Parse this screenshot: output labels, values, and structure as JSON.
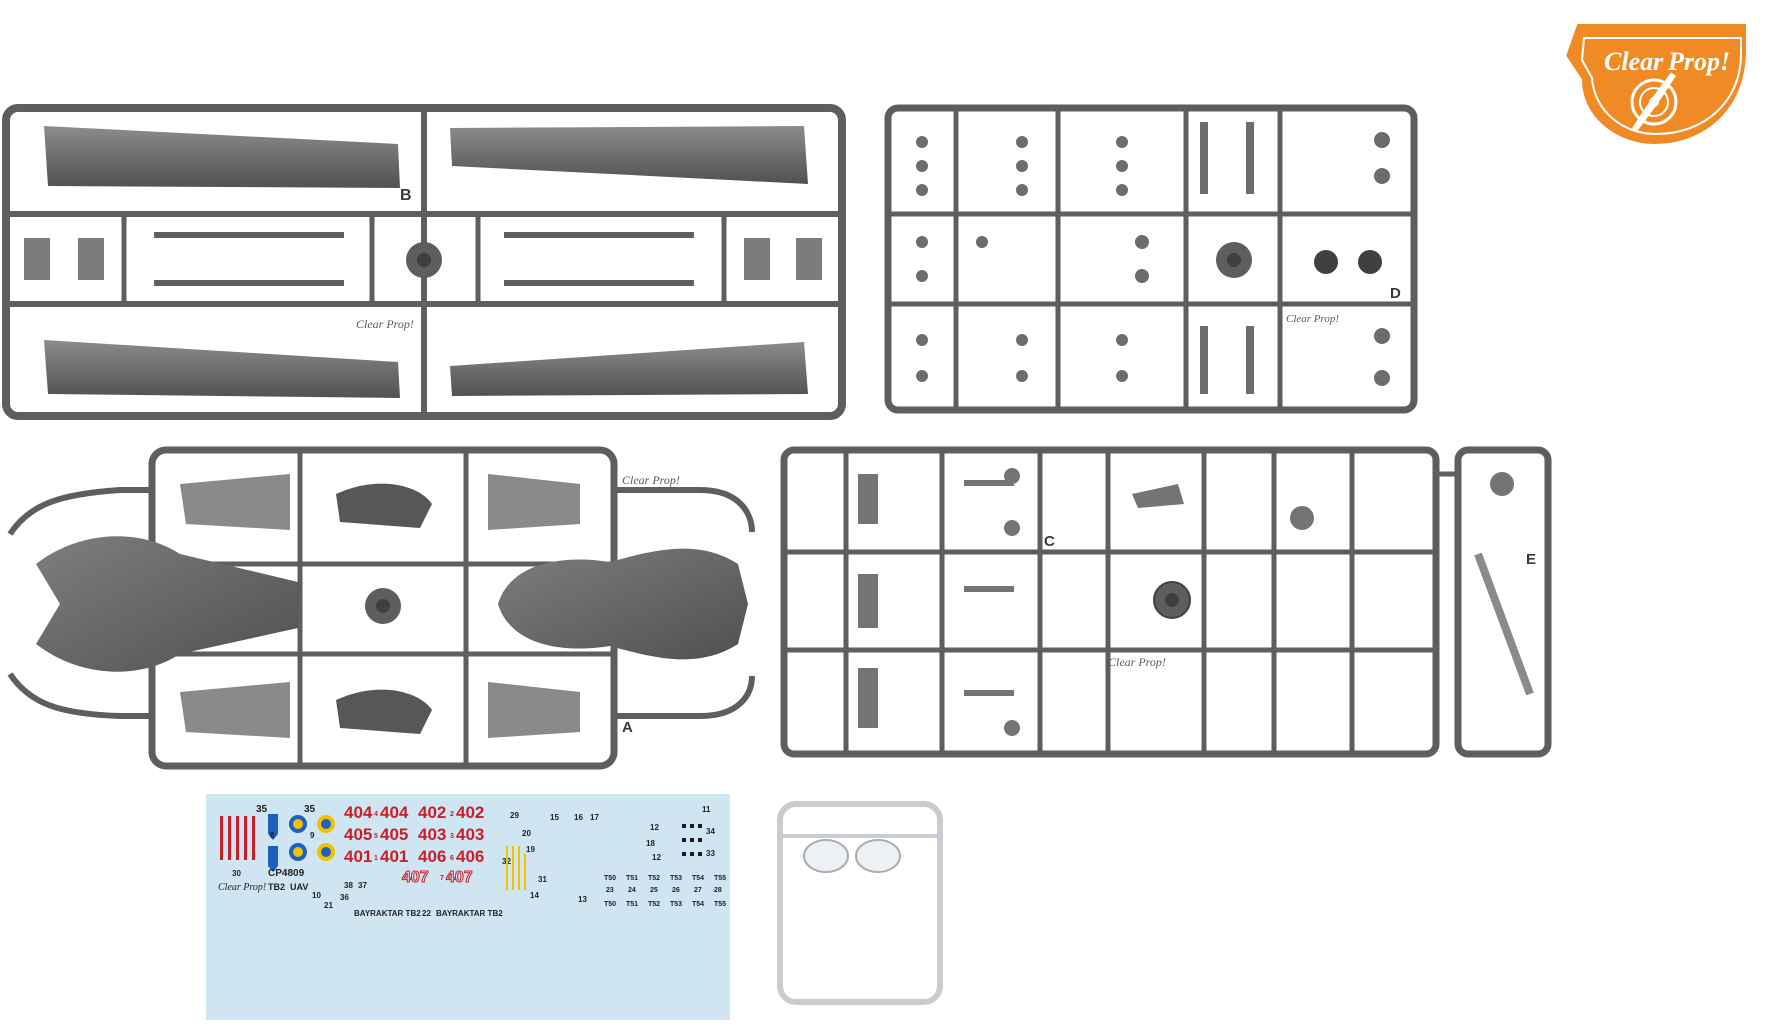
{
  "logo": {
    "line1": "Clear",
    "line2": "Prop!",
    "color": "#f08a24"
  },
  "sprues": [
    {
      "id": "B",
      "label": "B",
      "engraving": "Clear Prop!"
    },
    {
      "id": "D",
      "label": "D",
      "engraving": "Clear Prop!"
    },
    {
      "id": "A",
      "label": "A",
      "engraving": "Clear Prop!"
    },
    {
      "id": "C",
      "label": "C",
      "engraving": "Clear Prop!"
    },
    {
      "id": "E",
      "label": "E"
    }
  ],
  "decal": {
    "product_code": "CP4809",
    "model_line1": "TB2",
    "model_line2": "UAV",
    "brand": "Clear Prop!",
    "red_numbers": [
      "404",
      "404",
      "402",
      "402",
      "405",
      "405",
      "403",
      "403",
      "401",
      "401",
      "406",
      "406"
    ],
    "outline_numbers": [
      "407",
      "407"
    ],
    "small_red_marks": [
      "4",
      "2",
      "5",
      "3",
      "1",
      "6",
      "7"
    ],
    "labels": {
      "n35a": "35",
      "n35b": "35",
      "n8": "8",
      "n9": "9",
      "n30": "30",
      "n10": "10",
      "n21": "21",
      "n38": "38",
      "n36": "36",
      "n37": "37",
      "n22": "22",
      "n29": "29",
      "n20": "20",
      "n19": "19",
      "n32": "32",
      "n31": "31",
      "n14": "14",
      "n13": "13",
      "n15": "15",
      "n16": "16",
      "n17": "17",
      "n18": "18",
      "n12a": "12",
      "n12b": "12",
      "n11": "11",
      "n34": "34",
      "n33": "33"
    },
    "bayraktar_a": "BAYRAKTAR  TB2",
    "bayraktar_b": "BAYRAKTAR  TB2",
    "t_row1": [
      "T50",
      "T51",
      "T52",
      "T53",
      "T54",
      "T55"
    ],
    "n_row": [
      "23",
      "24",
      "25",
      "26",
      "27",
      "28"
    ],
    "t_row2": [
      "T50",
      "T51",
      "T52",
      "T53",
      "T54",
      "T55"
    ],
    "colors": {
      "red": "#c8202a",
      "blue": "#1f5fbf",
      "yellow": "#f2c200",
      "paper": "#cfe6f2"
    }
  },
  "canopy_sprue": {
    "material": "clear"
  },
  "colors": {
    "plastic": "#6e7072",
    "plastic_dark": "#4f5153",
    "plastic_light": "#8e9092"
  }
}
